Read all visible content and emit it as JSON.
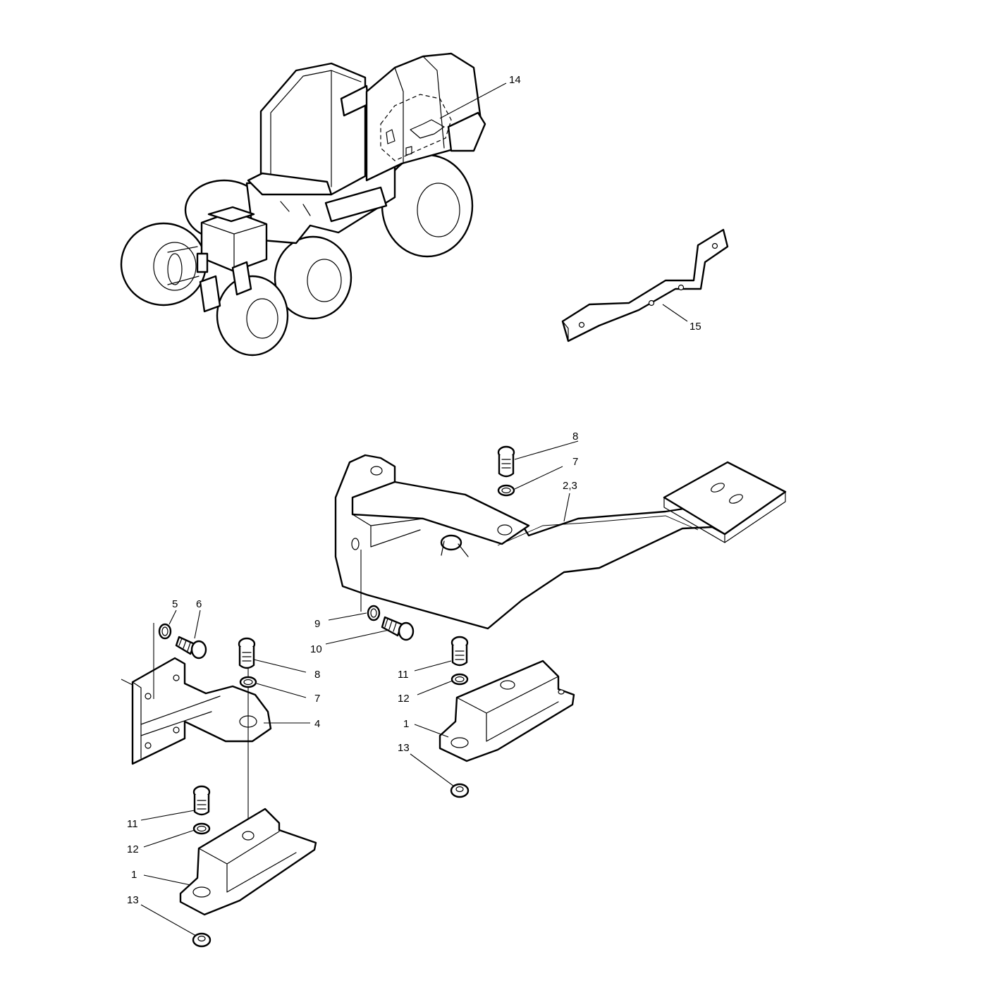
{
  "diagram": {
    "callouts": {
      "c14": "14",
      "c15": "15",
      "c8_top": "8",
      "c7_top": "7",
      "c23": "2,3",
      "c5": "5",
      "c6": "6",
      "c9": "9",
      "c10": "10",
      "c8_mid": "8",
      "c7_mid": "7",
      "c4": "4",
      "c11_right": "11",
      "c12_right": "12",
      "c1_right": "1",
      "c13_right": "13",
      "c11_left": "11",
      "c12_left": "12",
      "c1_left": "1",
      "c13_left": "13"
    },
    "parts": [
      "vehicle-overview",
      "mounting-strip",
      "pedal-bracket",
      "cab-bracket",
      "rubber-mount-right",
      "rubber-mount-left",
      "screw",
      "washer",
      "nut"
    ]
  }
}
